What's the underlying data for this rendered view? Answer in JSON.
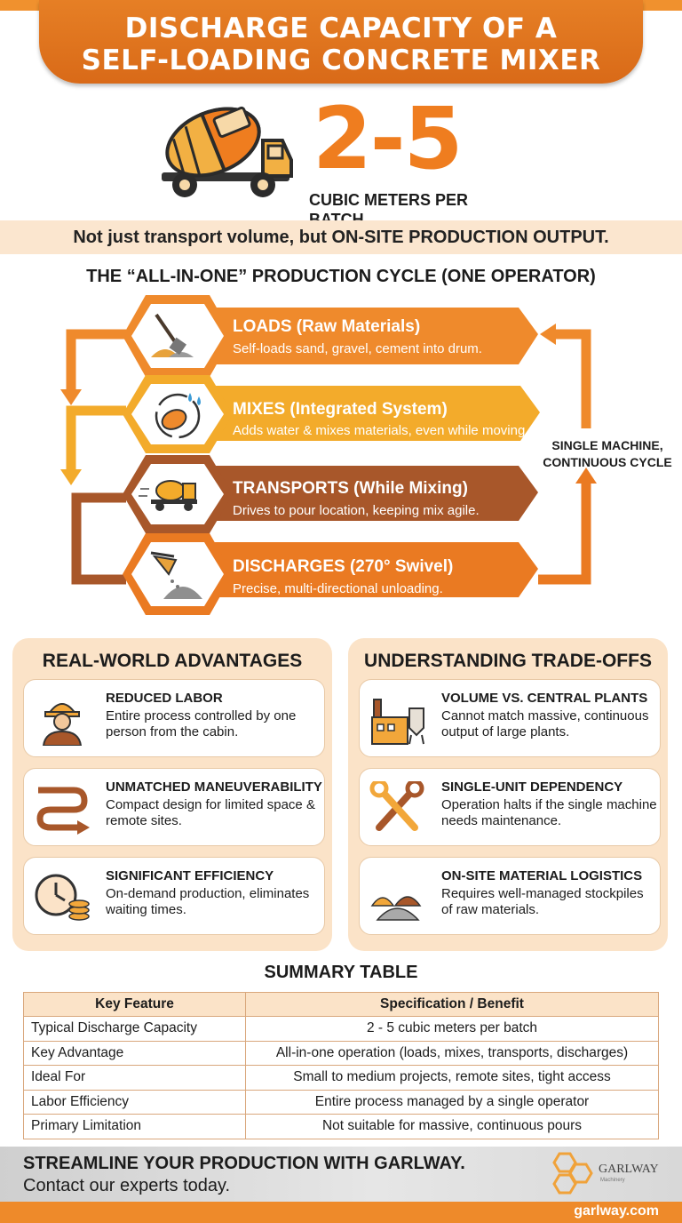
{
  "header": {
    "title_line1": "DISCHARGE CAPACITY OF A",
    "title_line2": "SELF-LOADING CONCRETE MIXER"
  },
  "hero": {
    "big_value": "2-5",
    "unit": "CUBIC METERS PER BATCH",
    "tagline": "Not just transport volume, but ON-SITE PRODUCTION OUTPUT."
  },
  "cycle": {
    "heading": "THE “ALL-IN-ONE” PRODUCTION CYCLE (ONE OPERATOR)",
    "side_note_line1": "SINGLE MACHINE,",
    "side_note_line2": "CONTINUOUS CYCLE",
    "steps": [
      {
        "title": "LOADS (Raw Materials)",
        "desc": "Self-loads sand, gravel, cement into drum.",
        "icon": "shovel-icon",
        "color": "#ef8a2c"
      },
      {
        "title": "MIXES (Integrated System)",
        "desc": "Adds water & mixes materials, even while moving.",
        "icon": "mixing-drum-icon",
        "color": "#f3ab2b"
      },
      {
        "title": "TRANSPORTS (While Mixing)",
        "desc": "Drives to pour location, keeping mix agile.",
        "icon": "mixer-truck-icon",
        "color": "#a8572a"
      },
      {
        "title": "DISCHARGES (270° Swivel)",
        "desc": "Precise, multi-directional unloading.",
        "icon": "discharge-chute-icon",
        "color": "#ea7a22"
      }
    ]
  },
  "advantages": {
    "heading": "REAL-WORLD ADVANTAGES",
    "items": [
      {
        "title": "REDUCED LABOR",
        "desc": "Entire process controlled by one person from the cabin.",
        "icon": "worker-icon"
      },
      {
        "title": "UNMATCHED MANEUVERABILITY",
        "desc": "Compact design for limited space & remote sites.",
        "icon": "winding-path-icon"
      },
      {
        "title": "SIGNIFICANT EFFICIENCY",
        "desc": "On-demand production, eliminates waiting times.",
        "icon": "clock-coins-icon"
      }
    ]
  },
  "tradeoffs": {
    "heading": "UNDERSTANDING TRADE-OFFS",
    "items": [
      {
        "title": "VOLUME VS. CENTRAL PLANTS",
        "desc": "Cannot match massive, continuous output of large plants.",
        "icon": "factory-icon"
      },
      {
        "title": "SINGLE-UNIT DEPENDENCY",
        "desc": "Operation halts if the single machine needs maintenance.",
        "icon": "wrenches-icon"
      },
      {
        "title": "ON-SITE MATERIAL LOGISTICS",
        "desc": "Requires well-managed stockpiles of raw materials.",
        "icon": "stockpiles-icon"
      }
    ]
  },
  "summary": {
    "heading": "SUMMARY TABLE",
    "col_feature": "Key Feature",
    "col_spec": "Specification / Benefit",
    "rows": [
      {
        "feature": "Typical Discharge Capacity",
        "spec": "2 - 5 cubic meters per batch"
      },
      {
        "feature": "Key Advantage",
        "spec": "All-in-one operation (loads, mixes, transports, discharges)"
      },
      {
        "feature": "Ideal For",
        "spec": "Small to medium projects, remote sites, tight access"
      },
      {
        "feature": "Labor Efficiency",
        "spec": "Entire process managed by a single operator"
      },
      {
        "feature": "Primary Limitation",
        "spec": "Not suitable for massive, continuous pours"
      }
    ]
  },
  "footer": {
    "cta": "STREAMLINE YOUR PRODUCTION WITH GARLWAY.",
    "sub": "Contact our experts today.",
    "logo_text": "GARLWAY",
    "logo_sub": "Machinery",
    "url": "garlway.com"
  },
  "colors": {
    "brand_orange": "#ef7d1f",
    "cream": "#fbe3c8",
    "brown": "#a8572a",
    "yellow": "#f3ab2b"
  }
}
